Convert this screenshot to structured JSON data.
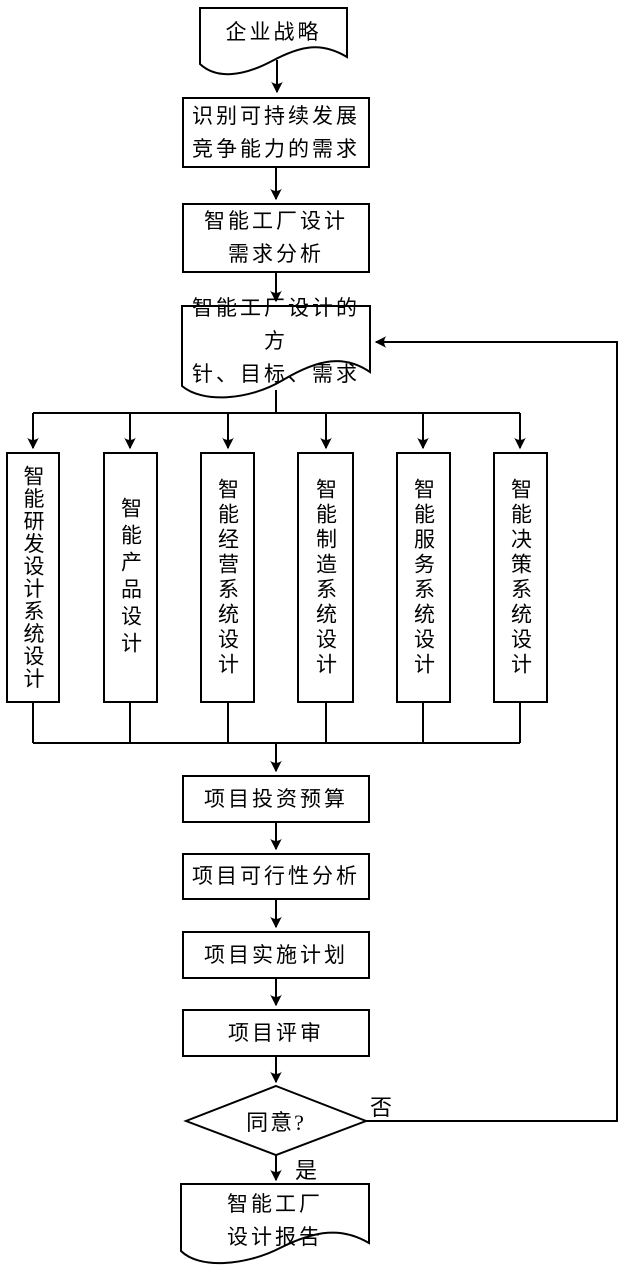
{
  "diagram": {
    "type": "flowchart",
    "colors": {
      "stroke": "#000000",
      "background": "#ffffff",
      "text": "#000000"
    },
    "nodes": {
      "enterprise_strategy": {
        "shape": "document",
        "label": "企业战略"
      },
      "identify_needs": {
        "shape": "process",
        "line1": "识别可持续发展",
        "line2": "竞争能力的需求"
      },
      "requirement_analysis": {
        "shape": "process",
        "line1": "智能工厂设计",
        "line2": "需求分析"
      },
      "policy_goals": {
        "shape": "document",
        "line1": "智能工厂设计的方",
        "line2": "针、目标、需求"
      },
      "rd_design_system": {
        "shape": "process-vertical",
        "label": "智能研发设计系统设计"
      },
      "product_design": {
        "shape": "process-vertical",
        "label": "智能产品设计"
      },
      "operation_system": {
        "shape": "process-vertical",
        "label": "智能经营系统设计"
      },
      "manufacturing_system": {
        "shape": "process-vertical",
        "label": "智能制造系统设计"
      },
      "service_system": {
        "shape": "process-vertical",
        "label": "智能服务系统设计"
      },
      "decision_system": {
        "shape": "process-vertical",
        "label": "智能决策系统设计"
      },
      "investment_budget": {
        "shape": "process",
        "label": "项目投资预算"
      },
      "feasibility_analysis": {
        "shape": "process",
        "label": "项目可行性分析"
      },
      "implementation_plan": {
        "shape": "process",
        "label": "项目实施计划"
      },
      "project_review": {
        "shape": "process",
        "label": "项目评审"
      },
      "approval": {
        "shape": "decision",
        "label": "同意?"
      },
      "design_report": {
        "shape": "document",
        "line1": "智能工厂",
        "line2": "设计报告"
      }
    },
    "edge_labels": {
      "no": "否",
      "yes": "是"
    }
  }
}
